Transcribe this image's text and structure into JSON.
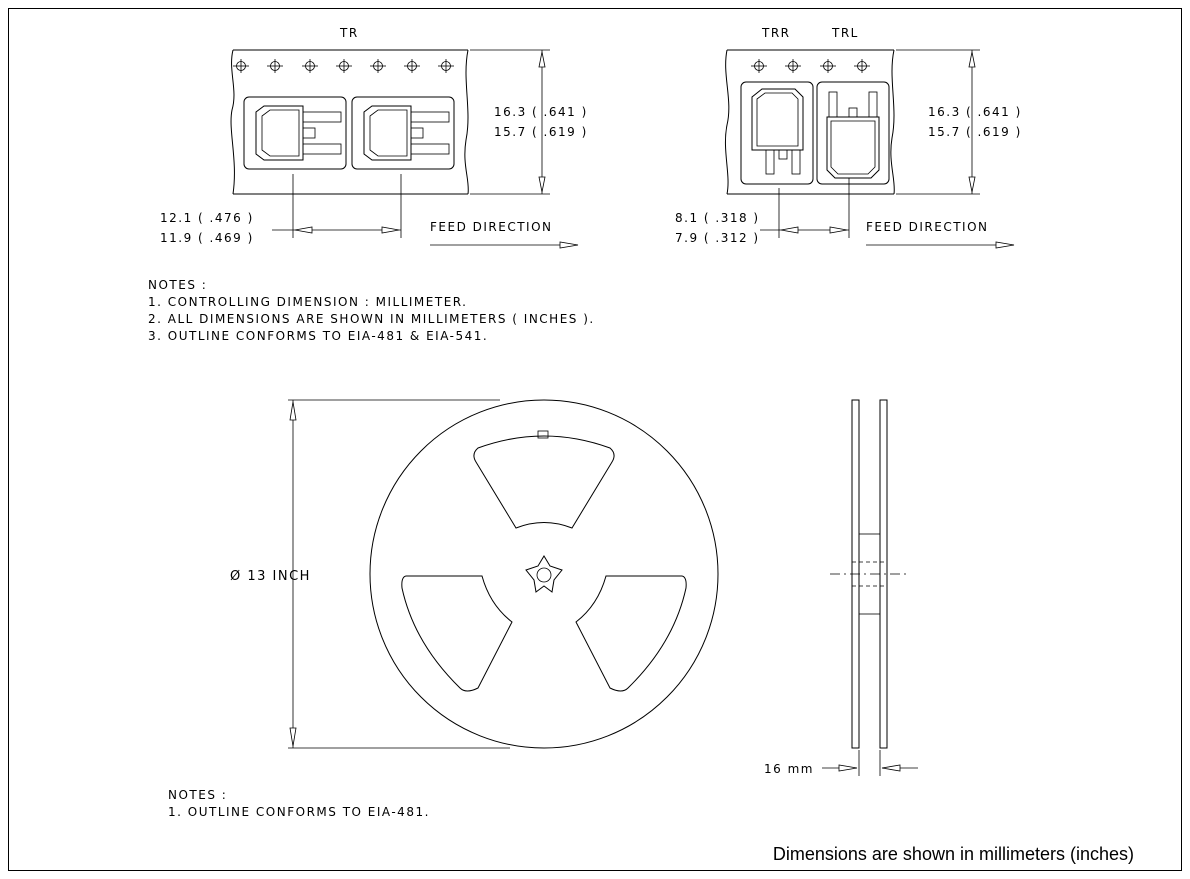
{
  "tape_left": {
    "label": "TR",
    "dim_height": [
      "16.3 ( .641 )",
      "15.7 ( .619 )"
    ],
    "dim_pitch": [
      "12.1 ( .476 )",
      "11.9 ( .469 )"
    ],
    "feed_label": "FEED DIRECTION"
  },
  "tape_right": {
    "label_a": "TRR",
    "label_b": "TRL",
    "dim_height": [
      "16.3 ( .641 )",
      "15.7 ( .619 )"
    ],
    "dim_pitch": [
      "8.1 ( .318 )",
      "7.9 ( .312 )"
    ],
    "feed_label": "FEED DIRECTION"
  },
  "notes_top": {
    "title": "NOTES :",
    "items": [
      "1. CONTROLLING DIMENSION : MILLIMETER.",
      "2. ALL DIMENSIONS ARE SHOWN IN MILLIMETERS ( INCHES ).",
      "3. OUTLINE CONFORMS TO EIA-481 & EIA-541."
    ]
  },
  "reel": {
    "diameter_label": "Ø 13 INCH",
    "width_label": "16 mm"
  },
  "notes_bottom": {
    "title": "NOTES :",
    "items": [
      "1. OUTLINE CONFORMS TO EIA-481."
    ]
  },
  "footer": "Dimensions are shown in millimeters (inches)"
}
